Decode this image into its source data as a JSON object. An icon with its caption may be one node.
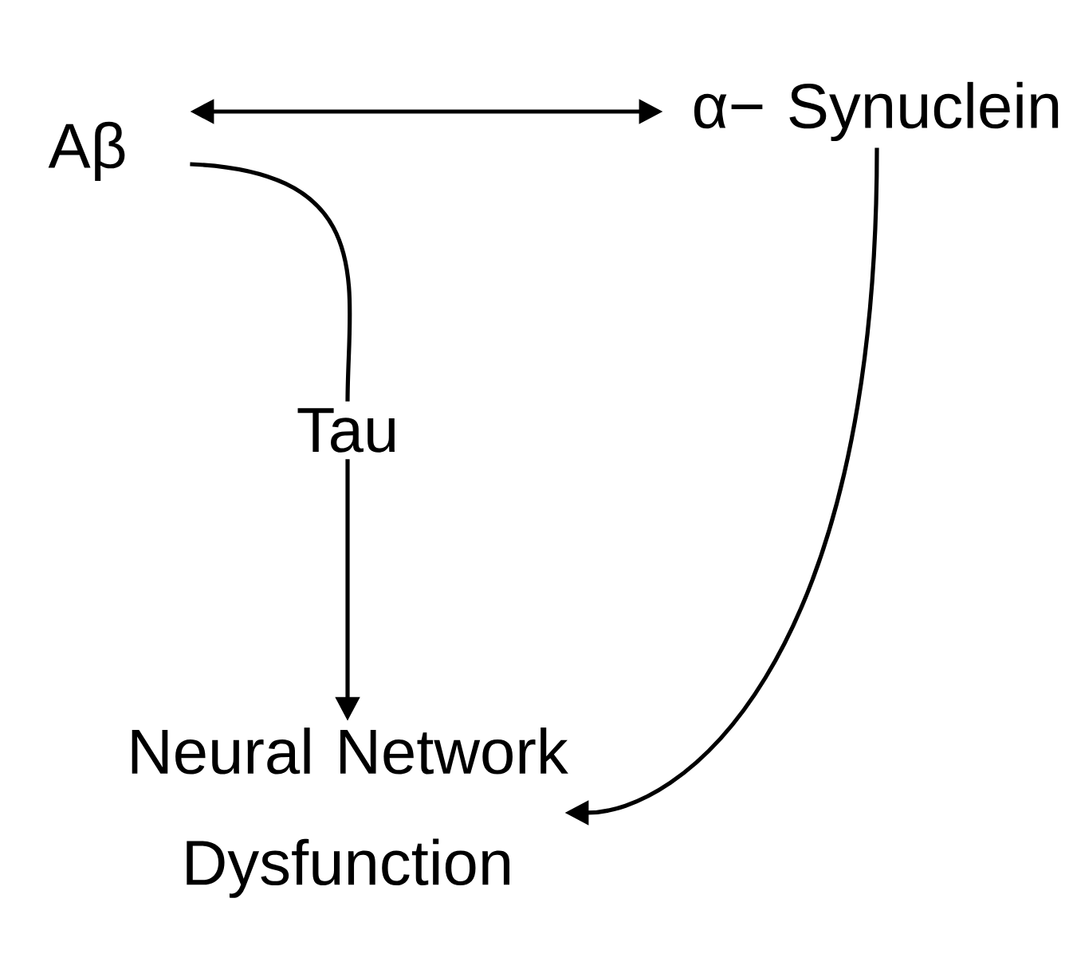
{
  "diagram": {
    "nodes": [
      {
        "text": [
          "Aβ"
        ]
      },
      {
        "text": [
          "α− Synuclein"
        ]
      },
      {
        "text": [
          "Tau"
        ]
      },
      {
        "text": [
          "Neural Network Dysfunction"
        ]
      }
    ],
    "edges": [
      {
        "from": 0,
        "to": 1,
        "arrow": "both"
      },
      {
        "from": 0,
        "to": 2,
        "arrow": "none"
      },
      {
        "from": 2,
        "to": 3,
        "arrow": "to"
      },
      {
        "from": 1,
        "to": 3,
        "arrow": "to"
      }
    ]
  }
}
